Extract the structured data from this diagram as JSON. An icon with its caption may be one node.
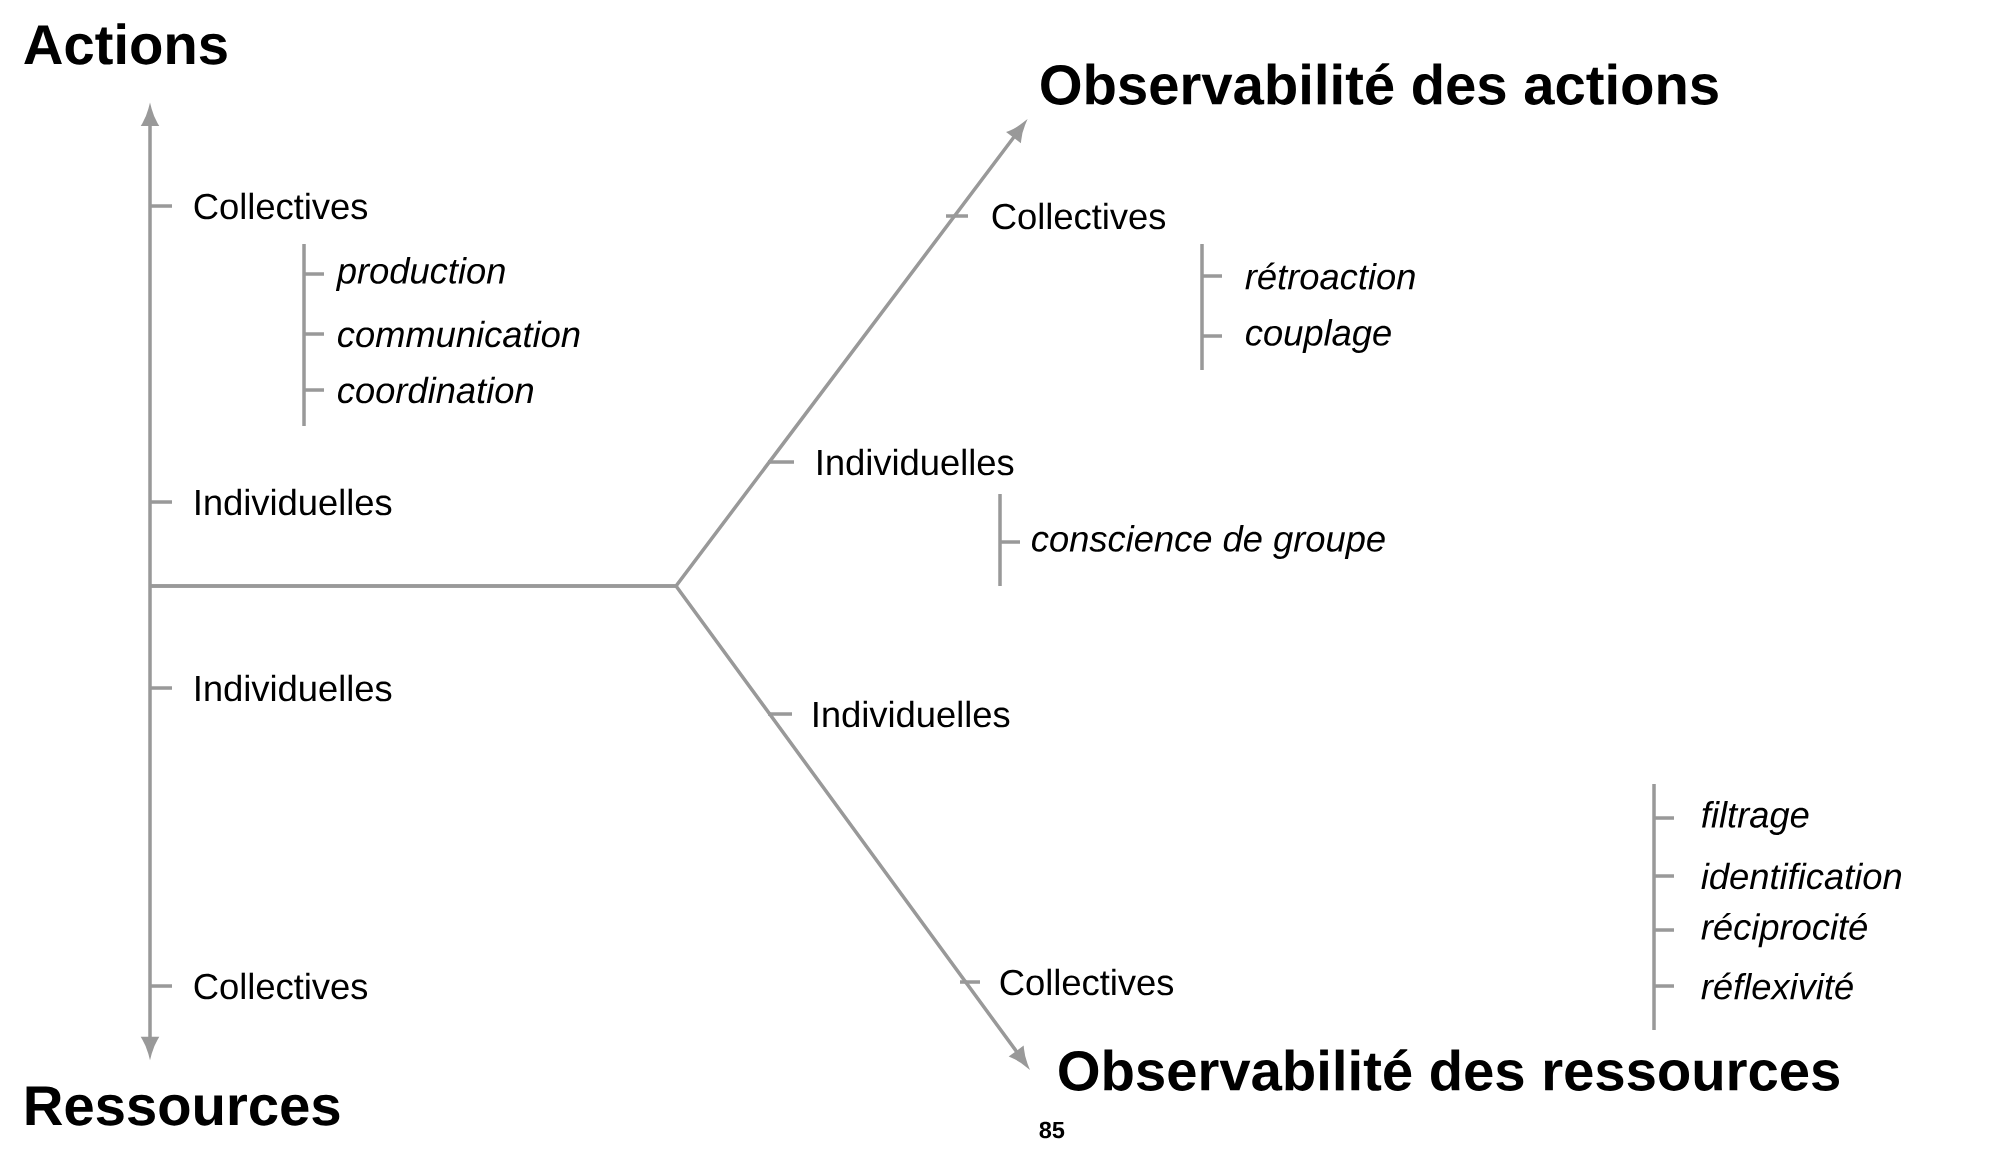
{
  "diagram": {
    "nodes": [
      {
        "text": [
          "Actions"
        ]
      },
      {
        "text": [
          "Ressources"
        ]
      },
      {
        "text": [
          "Observabilité des actions"
        ]
      },
      {
        "text": [
          "Observabilité des ressources"
        ]
      }
    ],
    "edges": [
      {
        "from": 0,
        "to": 1,
        "arrow": "both"
      },
      {
        "from": null,
        "to": 2,
        "arrow": "to"
      },
      {
        "from": null,
        "to": 3,
        "arrow": "to"
      }
    ],
    "labels": [
      "Collectives",
      "production",
      "communication",
      "coordination",
      "Individuelles",
      "Individuelles",
      "Collectives",
      "Collectives",
      "rétroaction",
      "couplage",
      "Individuelles",
      "conscience de groupe",
      "Individuelles",
      "filtrage",
      "identification",
      "réciprocité",
      "réflexivité",
      "Collectives",
      "85"
    ]
  }
}
